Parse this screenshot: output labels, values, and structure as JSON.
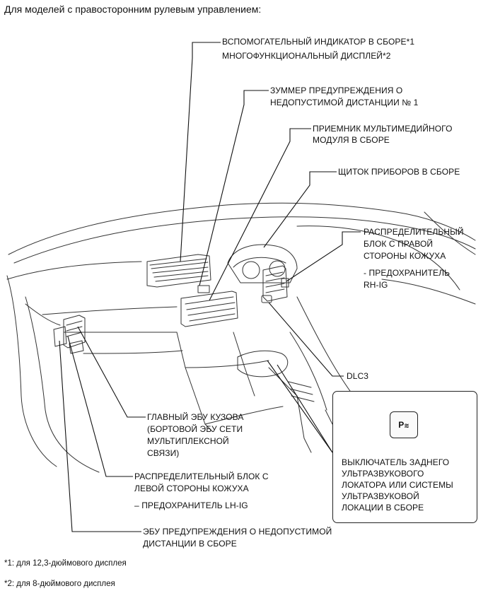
{
  "heading": "Для моделей с правосторонним рулевым управлением:",
  "labels": {
    "aux_indicator": "ВСПОМОГАТЕЛЬНЫЙ ИНДИКАТОР В СБОРЕ*1",
    "multi_display": "МНОГОФУНКЦИОНАЛЬНЫЙ ДИСПЛЕЙ*2",
    "buzzer_1": "ЗУММЕР ПРЕДУПРЕЖДЕНИЯ О",
    "buzzer_2": "НЕДОПУСТИМОЙ ДИСТАНЦИИ № 1",
    "receiver_1": "ПРИЕМНИК МУЛЬТИМЕДИЙНОГО",
    "receiver_2": "МОДУЛЯ В СБОРЕ",
    "cluster": "ЩИТОК ПРИБОРОВ В СБОРЕ",
    "rh_block_1": "РАСПРЕДЕЛИТЕЛЬНЫЙ",
    "rh_block_2": "БЛОК С ПРАВОЙ",
    "rh_block_3": "СТОРОНЫ КОЖУХА",
    "rh_fuse_1": "- ПРЕДОХРАНИТЕЛЬ",
    "rh_fuse_2": "RH-IG",
    "dlc3": "DLC3",
    "main_ecu_1": "ГЛАВНЫЙ ЭБУ КУЗОВА",
    "main_ecu_2": "(БОРТОВОЙ ЭБУ СЕТИ",
    "main_ecu_3": "МУЛЬТИПЛЕКСНОЙ",
    "main_ecu_4": "СВЯЗИ)",
    "lh_block_1": "РАСПРЕДЕЛИТЕЛЬНЫЙ БЛОК С",
    "lh_block_2": "ЛЕВОЙ СТОРОНЫ КОЖУХА",
    "lh_fuse": "– ПРЕДОХРАНИТЕЛЬ LH-IG",
    "ecu_warn_1": "ЭБУ ПРЕДУПРЕЖДЕНИЯ О НЕДОПУСТИМОЙ",
    "ecu_warn_2": "ДИСТАНЦИИ В СБОРЕ",
    "switch_1": "ВЫКЛЮЧАТЕЛЬ ЗАДНЕГО",
    "switch_2": "УЛЬТРАЗВУКОВОГО",
    "switch_3": "ЛОКАТОРА ИЛИ СИСТЕМЫ",
    "switch_4": "УЛЬТРАЗВУКОВОЙ",
    "switch_5": "ЛОКАЦИИ В СБОРЕ"
  },
  "switch_icon_text": "P",
  "notes": {
    "note1": "*1: для 12,3-дюймового дисплея",
    "note2": "*2: для 8-дюймового дисплея"
  }
}
